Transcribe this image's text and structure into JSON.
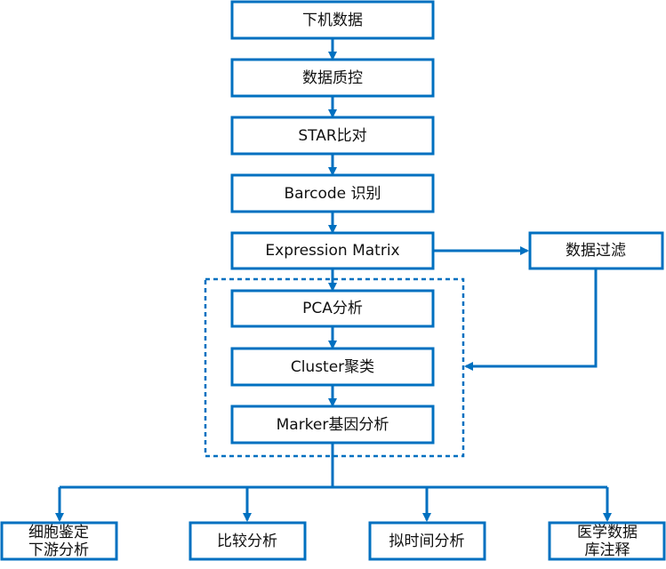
{
  "steps": {
    "raw_data": "下机数据",
    "qc": "数据质控",
    "star": "STAR比对",
    "barcode": "Barcode 识别",
    "matrix": "Expression Matrix",
    "filter": "数据过滤",
    "pca": "PCA分析",
    "cluster": "Cluster聚类",
    "marker": "Marker基因分析"
  },
  "outputs": {
    "cell_id_line1": "细胞鉴定",
    "cell_id_line2": "下游分析",
    "compare": "比较分析",
    "pseudotime": "拟时间分析",
    "annot_line1": "医学数据",
    "annot_line2": "库注释"
  },
  "colors": {
    "accent": "#0070c0",
    "text": "#111111",
    "box_fill": "#ffffff"
  }
}
